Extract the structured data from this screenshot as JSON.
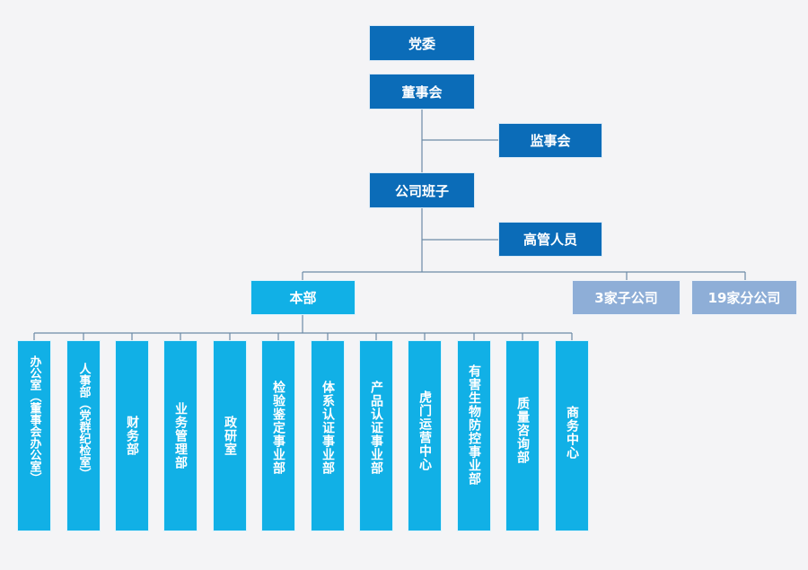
{
  "nodes": {
    "party": "党委",
    "board": "董事会",
    "supervisors": "监事会",
    "management": "公司班子",
    "executives": "高管人员",
    "headquarters": "本部",
    "subsidiaries": "3家子公司",
    "branches": "19家分公司"
  },
  "departments": [
    "办公室（董事会办公室）",
    "人事部（党群纪检室）",
    "财务部",
    "业务管理部",
    "政研室",
    "检验鉴定事业部",
    "体系认证事业部",
    "产品认证事业部",
    "虎门运营中心",
    "有害生物防控事业部",
    "质量咨询部",
    "商务中心"
  ],
  "colors": {
    "top_level": "#0b6cb8",
    "headquarters": "#11b0e6",
    "departments": "#11b0e6",
    "subsidiaries": "#8eaed7",
    "connector": "#6c8aa6",
    "background": "#f4f4f6"
  }
}
